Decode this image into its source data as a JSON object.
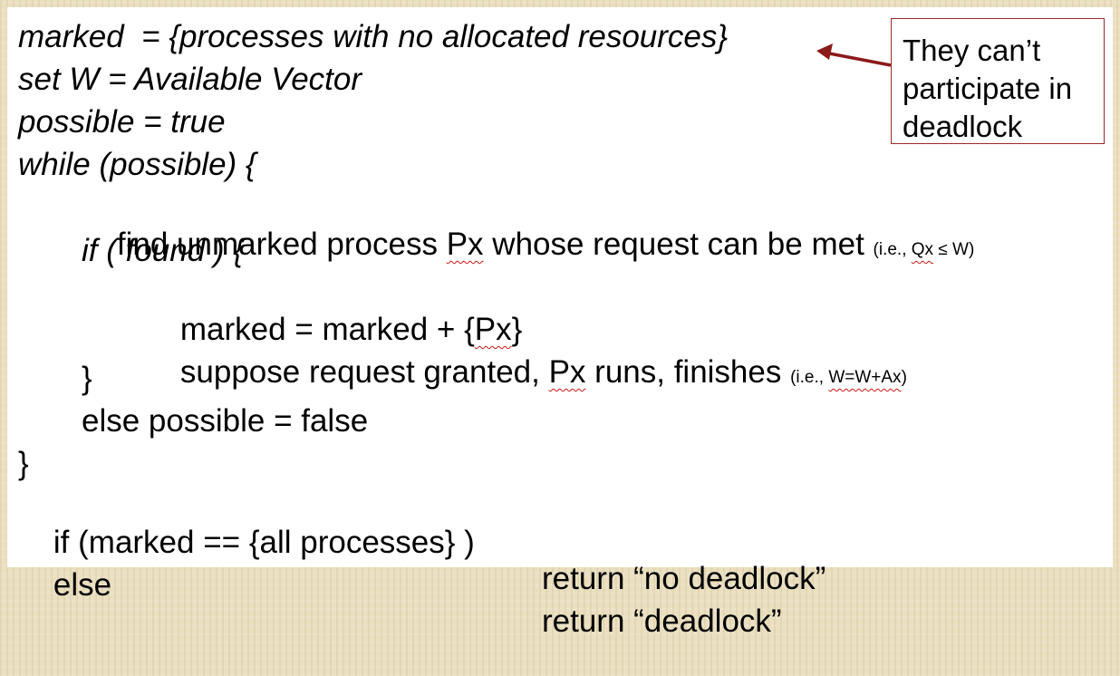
{
  "lines": {
    "l1": "marked  = {processes with no allocated resources}",
    "l2": "set W = Available Vector",
    "l3": "possible = true",
    "l4": "while (possible) {",
    "l5_a": "find unmarked process ",
    "l5_px": "Px",
    "l5_b": " whose request can be met ",
    "l5_note_a": "(i.e., ",
    "l5_note_qx": "Qx",
    "l5_note_b": " ≤ W)",
    "l6": "if ( found ) {",
    "l7_a": "marked = marked + {",
    "l7_px": "Px",
    "l7_b": "}",
    "l8_a": "suppose request granted, ",
    "l8_px": "Px",
    "l8_b": " runs, finishes ",
    "l8_note_a": "(i.e., ",
    "l8_note_w": "W=W+Ax",
    "l8_note_b": ")",
    "l9": "}",
    "l10": "else possible = false",
    "l11": "}",
    "l12_left": "if (marked == {all processes} )",
    "l12_right": "return “no deadlock”",
    "l13_left": "else",
    "l13_right": "return “deadlock”"
  },
  "callout": {
    "line1": "They can’t",
    "line2": "participate in",
    "line3": "deadlock"
  },
  "colors": {
    "arrow": "#8b1a1a",
    "callout_border": "#9b2a2a",
    "spellcheck": "#d01818",
    "frame": "#eadfc0"
  }
}
